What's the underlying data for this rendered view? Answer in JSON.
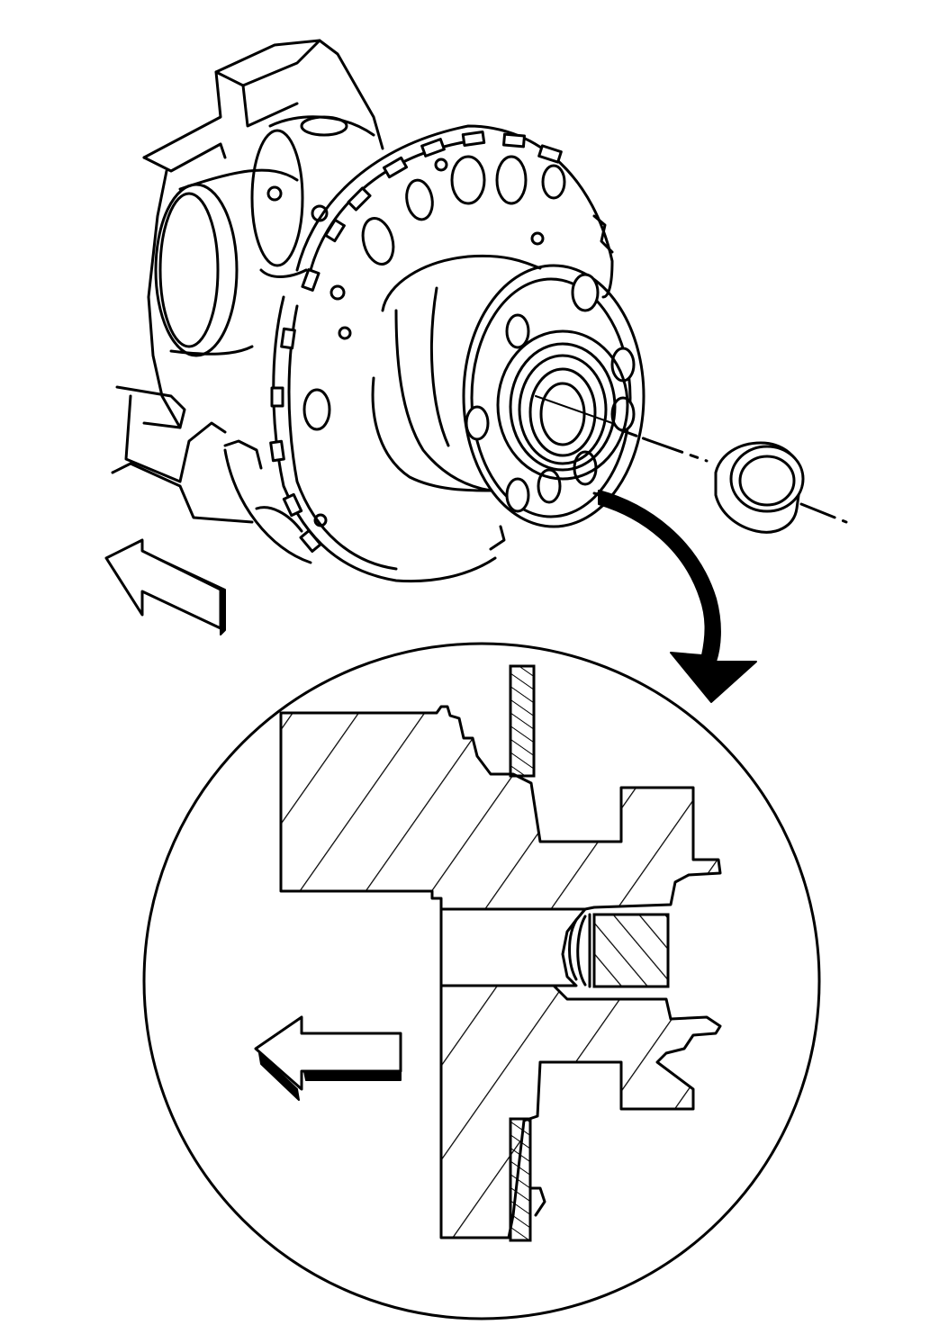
{
  "figure": {
    "background": "#ffffff",
    "line_color": "#000000",
    "parts": [
      "crankshaft",
      "flywheel-flexplate",
      "rear-hub-flange",
      "pilot-bearing-bushing",
      "detail-cross-section-circle"
    ],
    "arrows": [
      {
        "name": "direction-arrow-top",
        "points": "left"
      },
      {
        "name": "callout-arrow",
        "points": "down-into-detail"
      },
      {
        "name": "direction-arrow-detail",
        "points": "left"
      }
    ]
  }
}
